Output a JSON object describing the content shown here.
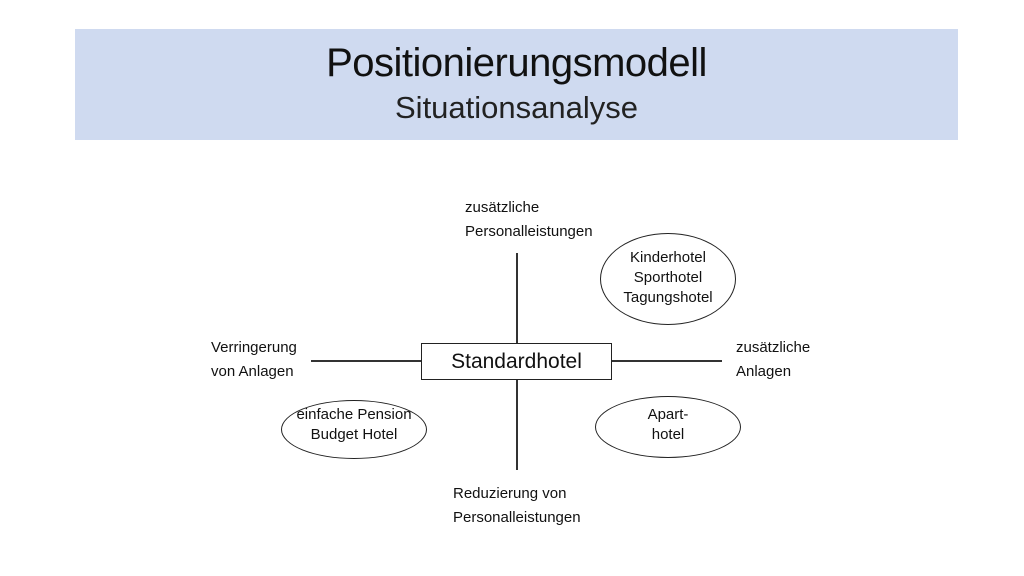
{
  "slide": {
    "title": "Positionierungsmodell",
    "subtitle": "Situationsanalyse"
  },
  "diagram": {
    "center": "Standardhotel",
    "axes": {
      "top": [
        "zusätzliche",
        "Personalleistungen"
      ],
      "bottom": [
        "Reduzierung von",
        "Personalleistungen"
      ],
      "left": [
        "Verringerung",
        "von Anlagen"
      ],
      "right": [
        "zusätzliche",
        "Anlagen"
      ]
    },
    "quadrants": {
      "upper_right": [
        "Kinderhotel",
        "Sporthotel",
        "Tagungshotel"
      ],
      "lower_left": [
        "einfache Pension",
        "Budget Hotel"
      ],
      "lower_right": [
        "Apart-",
        "hotel"
      ]
    }
  }
}
